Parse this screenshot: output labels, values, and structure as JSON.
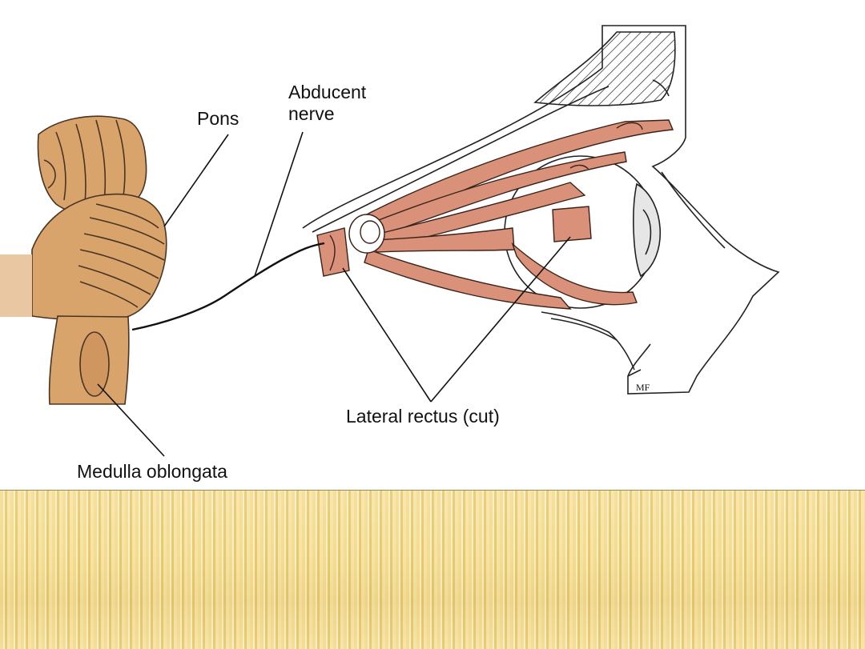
{
  "labels": {
    "pons": "Pons",
    "abducent_line1": "Abducent",
    "abducent_line2": "nerve",
    "lateral_rectus": "Lateral rectus (cut)",
    "medulla": "Medulla oblongata",
    "artist_mark": "MF"
  },
  "colors": {
    "brainstem_tan": "#d9a46c",
    "muscle_pink": "#d9917a",
    "background": "#ffffff",
    "band_gold": "#f2d98e"
  }
}
